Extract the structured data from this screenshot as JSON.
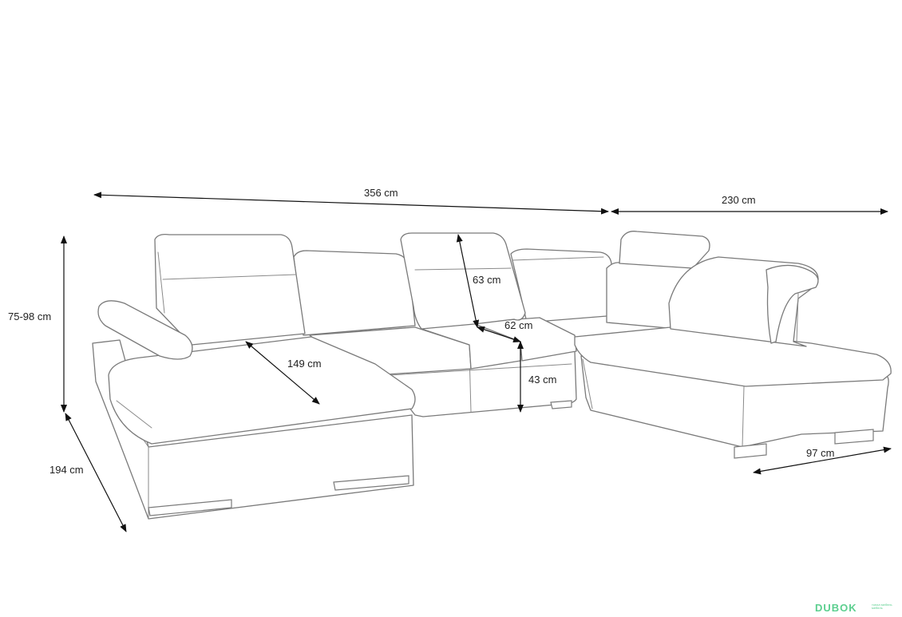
{
  "dimensions": {
    "total_width_main": "356 cm",
    "total_width_right": "230 cm",
    "height_range": "75-98 cm",
    "depth_left": "194 cm",
    "chaise_length": "149 cm",
    "backrest_height": "63 cm",
    "seat_depth": "62 cm",
    "seat_height": "43 cm",
    "right_depth": "97 cm"
  },
  "logo": {
    "text": "DUBOK",
    "tagline": "тонал мебель мебель",
    "color": "#5ccf8f"
  },
  "colors": {
    "line": "#7a7a7a",
    "dimension": "#111111",
    "background": "#ffffff"
  }
}
